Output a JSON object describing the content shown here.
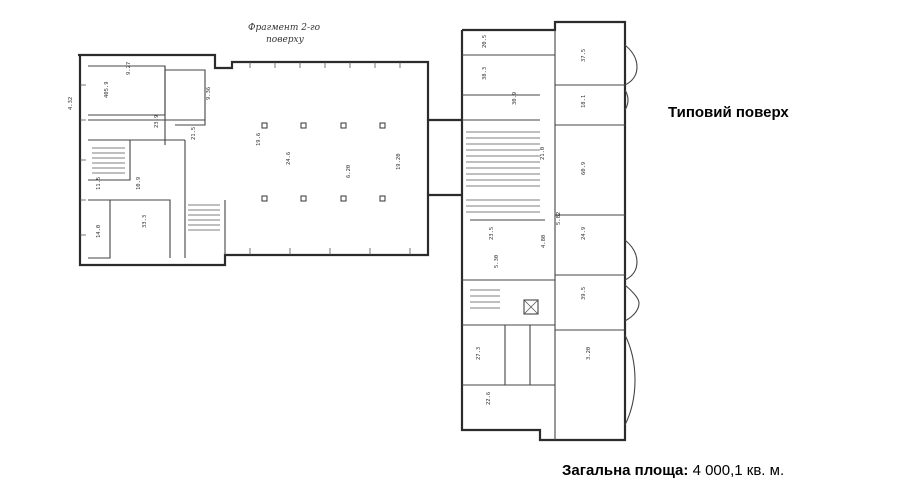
{
  "title": "Типовий поверх",
  "area": {
    "label": "Загальна площа:",
    "value": "4 000,1 кв. м."
  },
  "handwritten_note": [
    "Фрагмент 2-го",
    "поверху"
  ],
  "dimension_labels": [
    "9.27",
    "405.9",
    "9.36",
    "19.20",
    "6.20",
    "23.9",
    "11.5",
    "33.3",
    "14.0",
    "21.5",
    "24.6",
    "19.6",
    "4.32",
    "5.30",
    "23.5",
    "21.0",
    "37.5",
    "18.1",
    "60.9",
    "24.9",
    "39.5",
    "27.3",
    "30.9",
    "10.9",
    "38.3",
    "20.5",
    "22.6",
    "3.20",
    "4.80",
    "5.82"
  ],
  "colors": {
    "ink": "#2b2b2b",
    "paper": "#ffffff"
  }
}
